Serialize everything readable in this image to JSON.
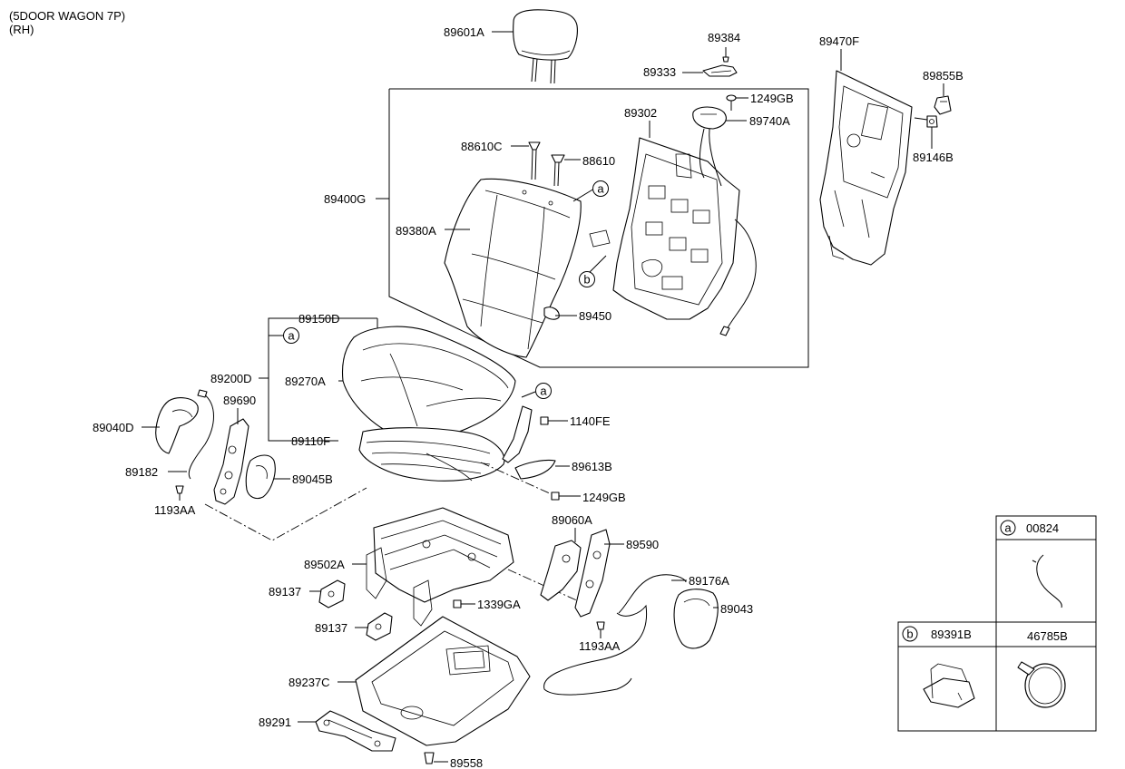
{
  "header": {
    "line1": "(5DOOR WAGON 7P)",
    "line2": "(RH)"
  },
  "callouts": [
    {
      "id": "c1",
      "text": "89601A"
    },
    {
      "id": "c2",
      "text": "89384"
    },
    {
      "id": "c3",
      "text": "89333"
    },
    {
      "id": "c4",
      "text": "89470F"
    },
    {
      "id": "c5",
      "text": "89855B"
    },
    {
      "id": "c6",
      "text": "1249GB"
    },
    {
      "id": "c7",
      "text": "89302"
    },
    {
      "id": "c8",
      "text": "89740A"
    },
    {
      "id": "c9",
      "text": "89146B"
    },
    {
      "id": "c10",
      "text": "88610C"
    },
    {
      "id": "c11",
      "text": "88610"
    },
    {
      "id": "c12",
      "text": "89400G"
    },
    {
      "id": "c13",
      "text": "89380A"
    },
    {
      "id": "c14",
      "text": "89450"
    },
    {
      "id": "c15",
      "text": "89150D"
    },
    {
      "id": "c16",
      "text": "89200D"
    },
    {
      "id": "c17",
      "text": "89270A"
    },
    {
      "id": "c18",
      "text": "89690"
    },
    {
      "id": "c19",
      "text": "89040D"
    },
    {
      "id": "c20",
      "text": "1140FE"
    },
    {
      "id": "c21",
      "text": "89110F"
    },
    {
      "id": "c22",
      "text": "89613B"
    },
    {
      "id": "c23",
      "text": "89182"
    },
    {
      "id": "c24",
      "text": "89045B"
    },
    {
      "id": "c25",
      "text": "1249GB"
    },
    {
      "id": "c26",
      "text": "1193AA"
    },
    {
      "id": "c27",
      "text": "89060A"
    },
    {
      "id": "c28",
      "text": "89590"
    },
    {
      "id": "c29",
      "text": "89502A"
    },
    {
      "id": "c30",
      "text": "89176A"
    },
    {
      "id": "c31",
      "text": "89137"
    },
    {
      "id": "c32",
      "text": "1339GA"
    },
    {
      "id": "c33",
      "text": "89043"
    },
    {
      "id": "c34",
      "text": "89137"
    },
    {
      "id": "c35",
      "text": "1193AA"
    },
    {
      "id": "c36",
      "text": "89237C"
    },
    {
      "id": "c37",
      "text": "89291"
    },
    {
      "id": "c38",
      "text": "89558"
    }
  ],
  "ref_markers": {
    "a": "a",
    "b": "b"
  },
  "legend": {
    "a": {
      "marker": "a",
      "part": "00824"
    },
    "b": {
      "marker": "b",
      "part_left": "89391B",
      "part_right": "46785B"
    }
  }
}
